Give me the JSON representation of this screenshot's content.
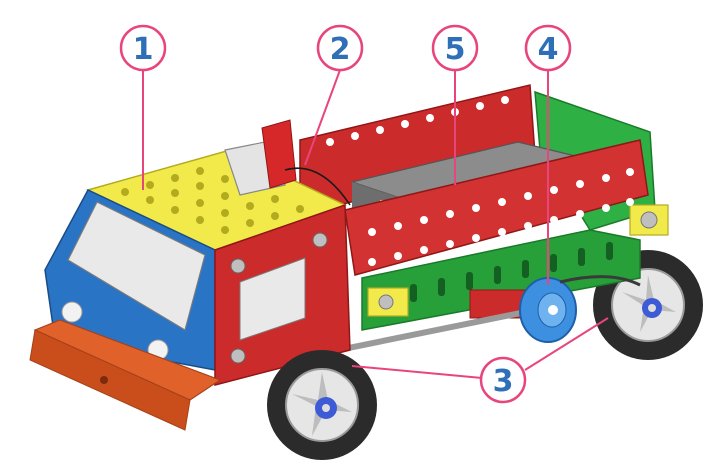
{
  "colors": {
    "callout_line": "#e8457c",
    "callout_text": "#2f6fb7",
    "red": "#cc2b2b",
    "red_dark": "#8f1717",
    "yellow": "#f1ea4a",
    "blue": "#2a74c6",
    "green": "#27a03a",
    "orange": "#e0612a",
    "grey": "#8c8c8c",
    "tire": "#2b2b2b"
  },
  "callouts": [
    {
      "id": "1",
      "label": "1"
    },
    {
      "id": "2",
      "label": "2"
    },
    {
      "id": "3",
      "label": "3"
    },
    {
      "id": "4",
      "label": "4"
    },
    {
      "id": "5",
      "label": "5"
    }
  ]
}
